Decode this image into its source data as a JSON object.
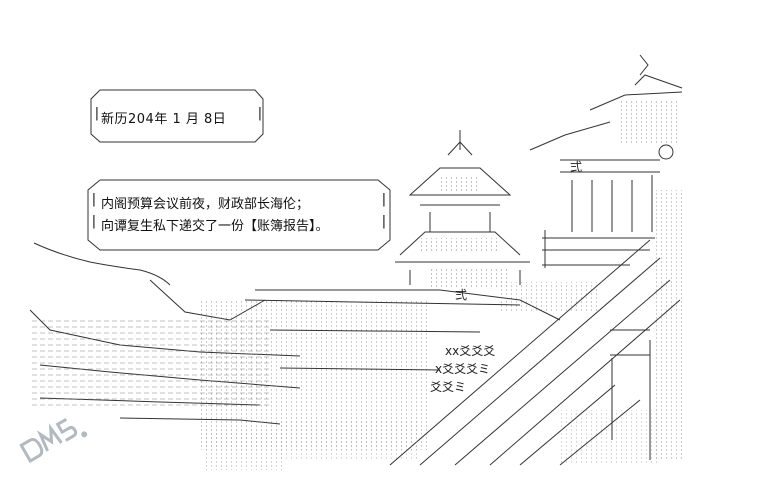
{
  "caption": {
    "date": "新历204年  1 月  8日"
  },
  "narration": {
    "line1": "内阁预算会议前夜，财政部长海伦；",
    "line2": "向谭复生私下递交了一份【账簿报告】。"
  },
  "art_glyphs": {
    "roof_sign": "弍",
    "lower_sign": "弍",
    "roof_pattern_1": "xx爻爻爻",
    "roof_pattern_2": "x爻爻爻ミ",
    "roof_pattern_3": "爻爻ミ"
  },
  "colors": {
    "line": "#333333",
    "dots": "#555555",
    "background": "#ffffff"
  }
}
